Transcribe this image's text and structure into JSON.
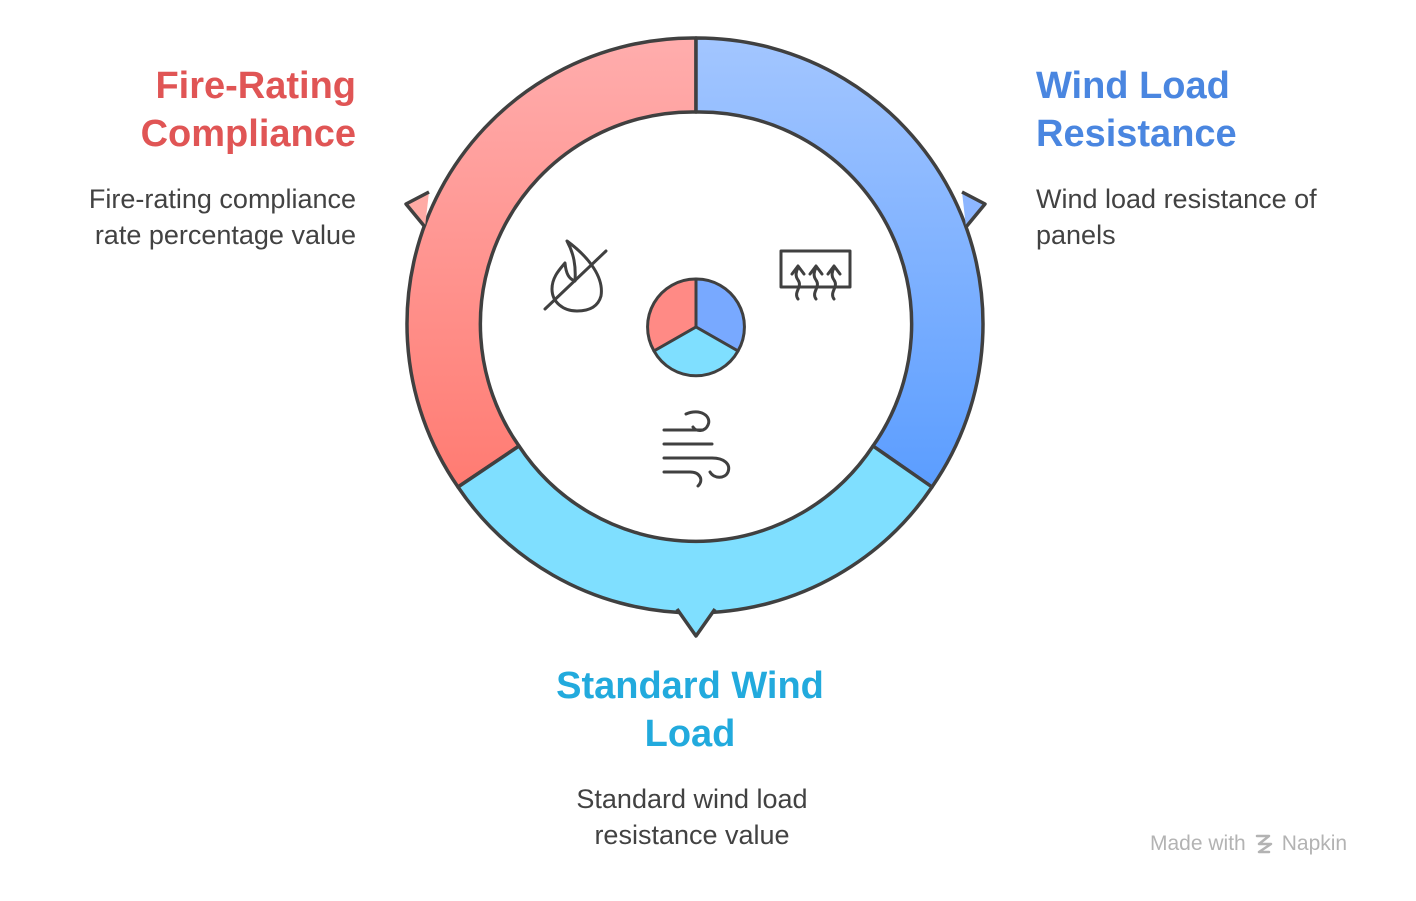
{
  "segments": [
    {
      "key": "fire",
      "title_lines": [
        "Fire-Rating",
        "Compliance"
      ],
      "description_lines": [
        "Fire-rating compliance",
        "rate percentage value"
      ],
      "title_color": "#e05555",
      "fill_top": "#ffadad",
      "fill_bottom": "#ff7b72",
      "icon": "no-fire-icon"
    },
    {
      "key": "wind",
      "title_lines": [
        "Wind Load",
        "Resistance"
      ],
      "description_lines": [
        "Wind load resistance of",
        "panels"
      ],
      "title_color": "#4a86e0",
      "fill_top": "#a3c6ff",
      "fill_bottom": "#5b9dff",
      "icon": "heating-vent-icon"
    },
    {
      "key": "standard",
      "title_lines": [
        "Standard Wind",
        "Load"
      ],
      "description_lines": [
        "Standard wind load",
        "resistance value"
      ],
      "title_color": "#22aadd",
      "fill_top": "#7fdfff",
      "fill_bottom": "#7fdfff",
      "icon": "wind-icon"
    }
  ],
  "center_icon": "pie-icon",
  "credit": {
    "prefix": "Made with",
    "brand": "Napkin",
    "icon": "napkin-logo-icon"
  }
}
